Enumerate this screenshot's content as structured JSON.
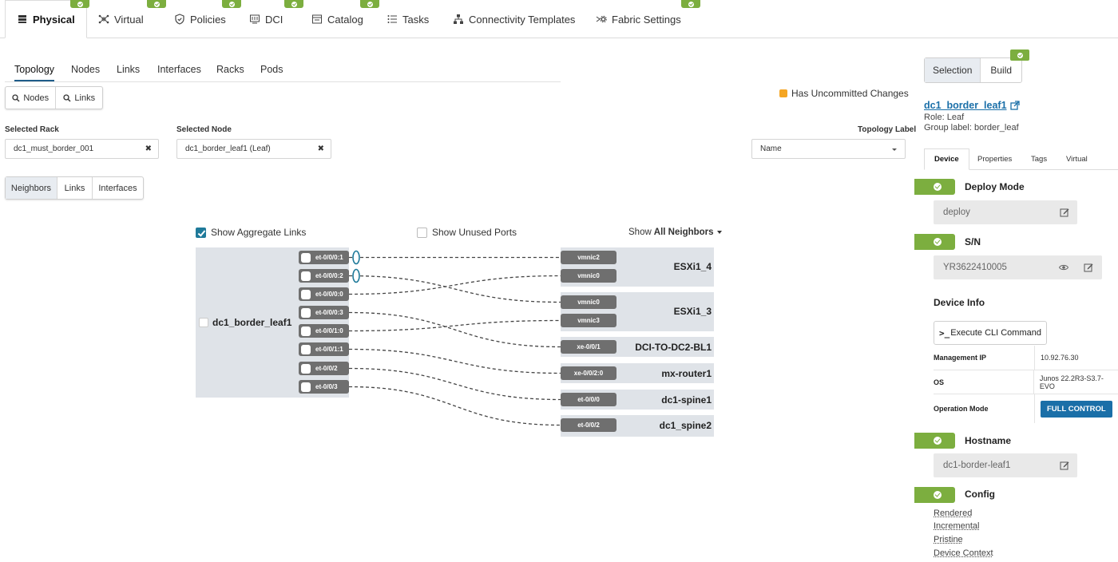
{
  "nav": {
    "tabs": [
      {
        "label": "Physical",
        "icon": "physical-icon"
      },
      {
        "label": "Virtual",
        "icon": "virtual-icon"
      },
      {
        "label": "Policies",
        "icon": "shield-icon"
      },
      {
        "label": "DCI",
        "icon": "dci-icon"
      },
      {
        "label": "Catalog",
        "icon": "catalog-icon"
      },
      {
        "label": "Tasks",
        "icon": "tasks-icon"
      },
      {
        "label": "Connectivity Templates",
        "icon": "hierarchy-icon"
      },
      {
        "label": "Fabric Settings",
        "icon": "settings-icon"
      }
    ]
  },
  "subtabs": [
    "Topology",
    "Nodes",
    "Links",
    "Interfaces",
    "Racks",
    "Pods"
  ],
  "filter_buttons": {
    "nodes": "Nodes",
    "links": "Links"
  },
  "uncommitted_label": "Has Uncommitted Changes",
  "selected_rack": {
    "label": "Selected Rack",
    "value": "dc1_must_border_001"
  },
  "selected_node": {
    "label": "Selected Node",
    "value": "dc1_border_leaf1 (Leaf)"
  },
  "topology_label": {
    "label": "Topology Label",
    "value": "Name"
  },
  "view_buttons": [
    "Neighbors",
    "Links",
    "Interfaces"
  ],
  "topology": {
    "show_aggregate": "Show Aggregate Links",
    "show_unused": "Show Unused Ports",
    "show_prefix": "Show",
    "show_value": "All Neighbors",
    "node_name": "dc1_border_leaf1",
    "ports": [
      "et-0/0/0:1",
      "et-0/0/0:2",
      "et-0/0/0:0",
      "et-0/0/0:3",
      "et-0/0/1:0",
      "et-0/0/1:1",
      "et-0/0/2",
      "et-0/0/3"
    ],
    "neighbors": [
      {
        "name": "ESXi1_4",
        "ports": [
          "vmnic2",
          "vmnic0"
        ]
      },
      {
        "name": "ESXi1_3",
        "ports": [
          "vmnic0",
          "vmnic3"
        ]
      },
      {
        "name": "DCI-TO-DC2-BL1",
        "ports": [
          "xe-0/0/1"
        ]
      },
      {
        "name": "mx-router1",
        "ports": [
          "xe-0/0/2:0"
        ]
      },
      {
        "name": "dc1-spine1",
        "ports": [
          "et-0/0/0"
        ]
      },
      {
        "name": "dc1_spine2",
        "ports": [
          "et-0/0/2"
        ]
      }
    ]
  },
  "sidebar": {
    "tabs": [
      "Selection",
      "Build"
    ],
    "device_name": "dc1_border_leaf1",
    "role": "Role: Leaf",
    "group_label": "Group label: border_leaf",
    "detail_tabs": [
      "Device",
      "Properties",
      "Tags",
      "Virtual"
    ],
    "deploy_mode": {
      "title": "Deploy Mode",
      "value": "deploy"
    },
    "sn": {
      "title": "S/N",
      "value": "YR3622410005"
    },
    "device_info": {
      "title": "Device Info",
      "cli_button": "Execute CLI Command",
      "rows": [
        {
          "k": "Management IP",
          "v": "10.92.76.30"
        },
        {
          "k": "OS",
          "v": "Junos 22.2R3-S3.7-EVO"
        },
        {
          "k": "Operation Mode",
          "v": "FULL CONTROL"
        }
      ]
    },
    "hostname": {
      "title": "Hostname",
      "value": "dc1-border-leaf1"
    },
    "config": {
      "title": "Config",
      "links": [
        "Rendered",
        "Incremental",
        "Pristine",
        "Device Context"
      ]
    }
  },
  "colors": {
    "accent": "#1f7a9a",
    "badge": "#7cae3f",
    "uncommitted": "#f5a623",
    "link": "#1a6fa8",
    "full_control": "#1a6fa8"
  }
}
